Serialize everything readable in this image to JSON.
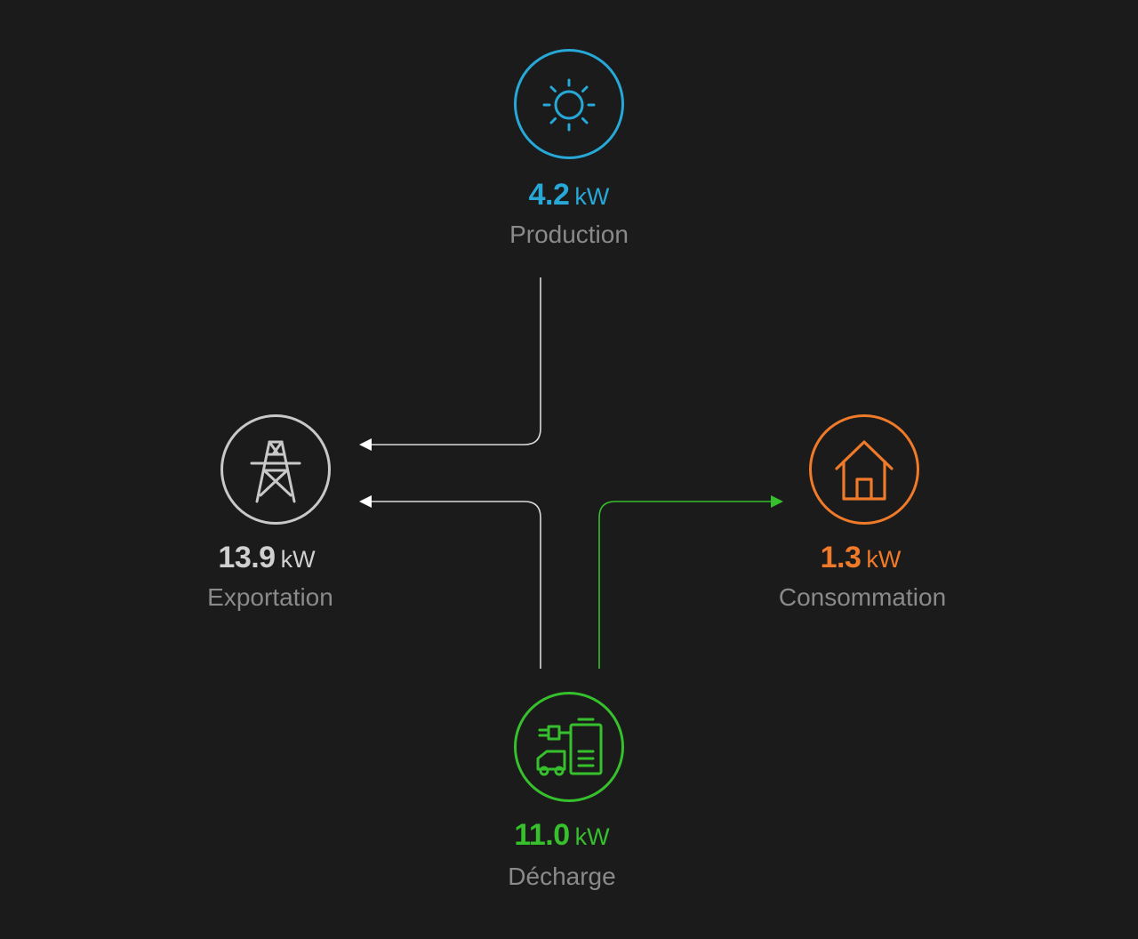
{
  "colors": {
    "background": "#1b1b1b",
    "solar": "#27a9d8",
    "grid": "#c8c8c8",
    "home": "#ef7a2a",
    "battery": "#35c02c",
    "label": "#8a8a8a",
    "flow_white": "#d9d9d9",
    "flow_green": "#35c02c"
  },
  "production": {
    "icon": "sun-icon",
    "value": "4.2",
    "unit": "kW",
    "label": "Production"
  },
  "grid": {
    "icon": "power-pylon-icon",
    "value": "13.9",
    "unit": "kW",
    "label": "Exportation"
  },
  "home": {
    "icon": "house-icon",
    "value": "1.3",
    "unit": "kW",
    "label": "Consommation"
  },
  "battery": {
    "icon": "ev-battery-icon",
    "value": "11.0",
    "unit": "kW",
    "label": "Décharge"
  },
  "flows": [
    {
      "from": "production",
      "to": "grid"
    },
    {
      "from": "battery",
      "to": "grid"
    },
    {
      "from": "battery",
      "to": "home"
    }
  ]
}
